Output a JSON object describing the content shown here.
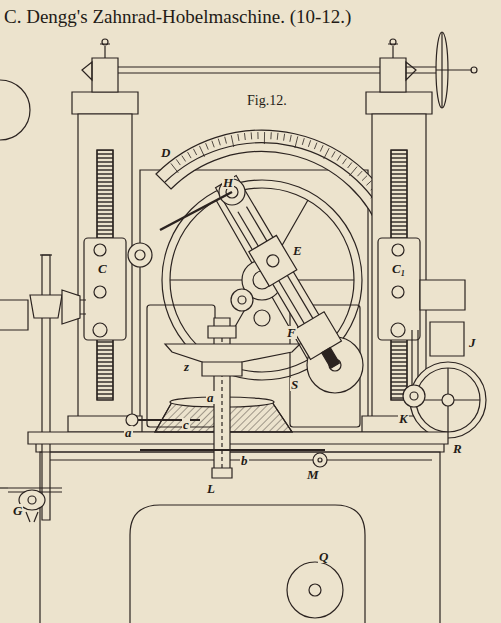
{
  "diagram": {
    "title": "C. Dengg's Zahnrad-Hobelmaschine. (10-12.)",
    "labels": [
      "Fig.12.",
      "D",
      "H",
      "E",
      "C",
      "C₁",
      "F",
      "S",
      "J",
      "K",
      "R",
      "z",
      "a",
      "a",
      "c",
      "b",
      "L",
      "M",
      "G",
      "Q"
    ]
  }
}
